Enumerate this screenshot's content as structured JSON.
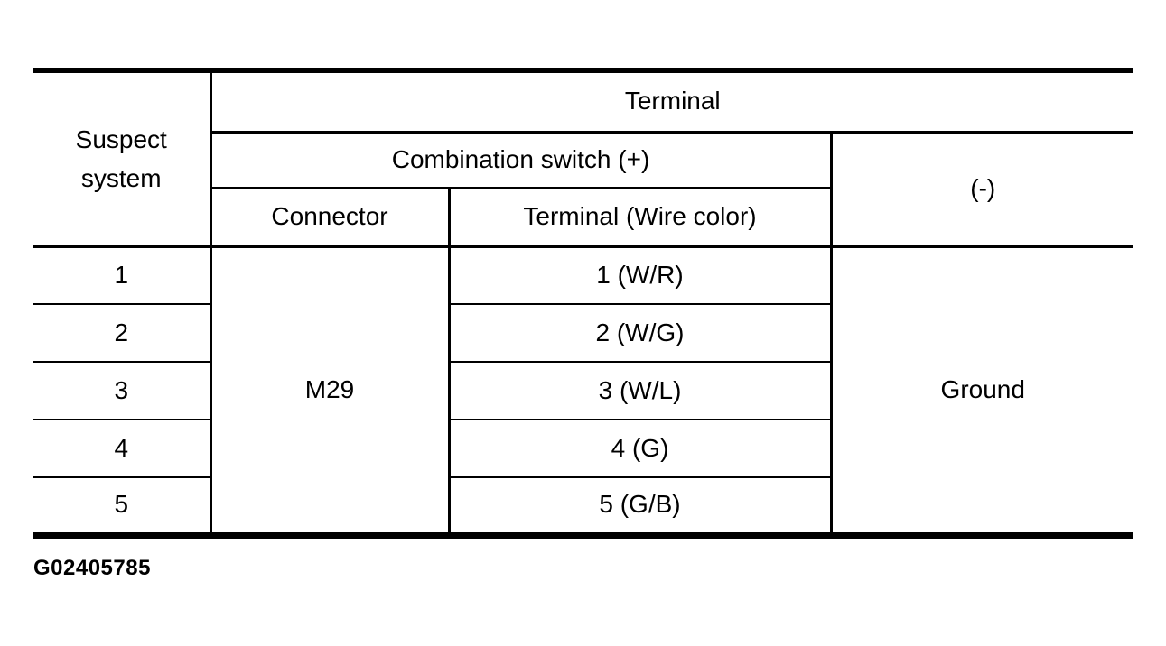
{
  "page": {
    "background_color": "#ffffff",
    "text_color": "#000000",
    "figure_id": "G02405785"
  },
  "table": {
    "header": {
      "suspect_system": "Suspect system",
      "terminal_group": "Terminal",
      "combination_switch_plus": "Combination switch (+)",
      "minus": "(-)",
      "connector": "Connector",
      "terminal_wire_color": "Terminal (Wire color)"
    },
    "connector_value": "M29",
    "ground_value": "Ground",
    "rows": [
      {
        "suspect": "1",
        "terminal": "1 (W/R)"
      },
      {
        "suspect": "2",
        "terminal": "2 (W/G)"
      },
      {
        "suspect": "3",
        "terminal": "3 (W/L)"
      },
      {
        "suspect": "4",
        "terminal": "4 (G)"
      },
      {
        "suspect": "5",
        "terminal": "5 (G/B)"
      }
    ]
  }
}
